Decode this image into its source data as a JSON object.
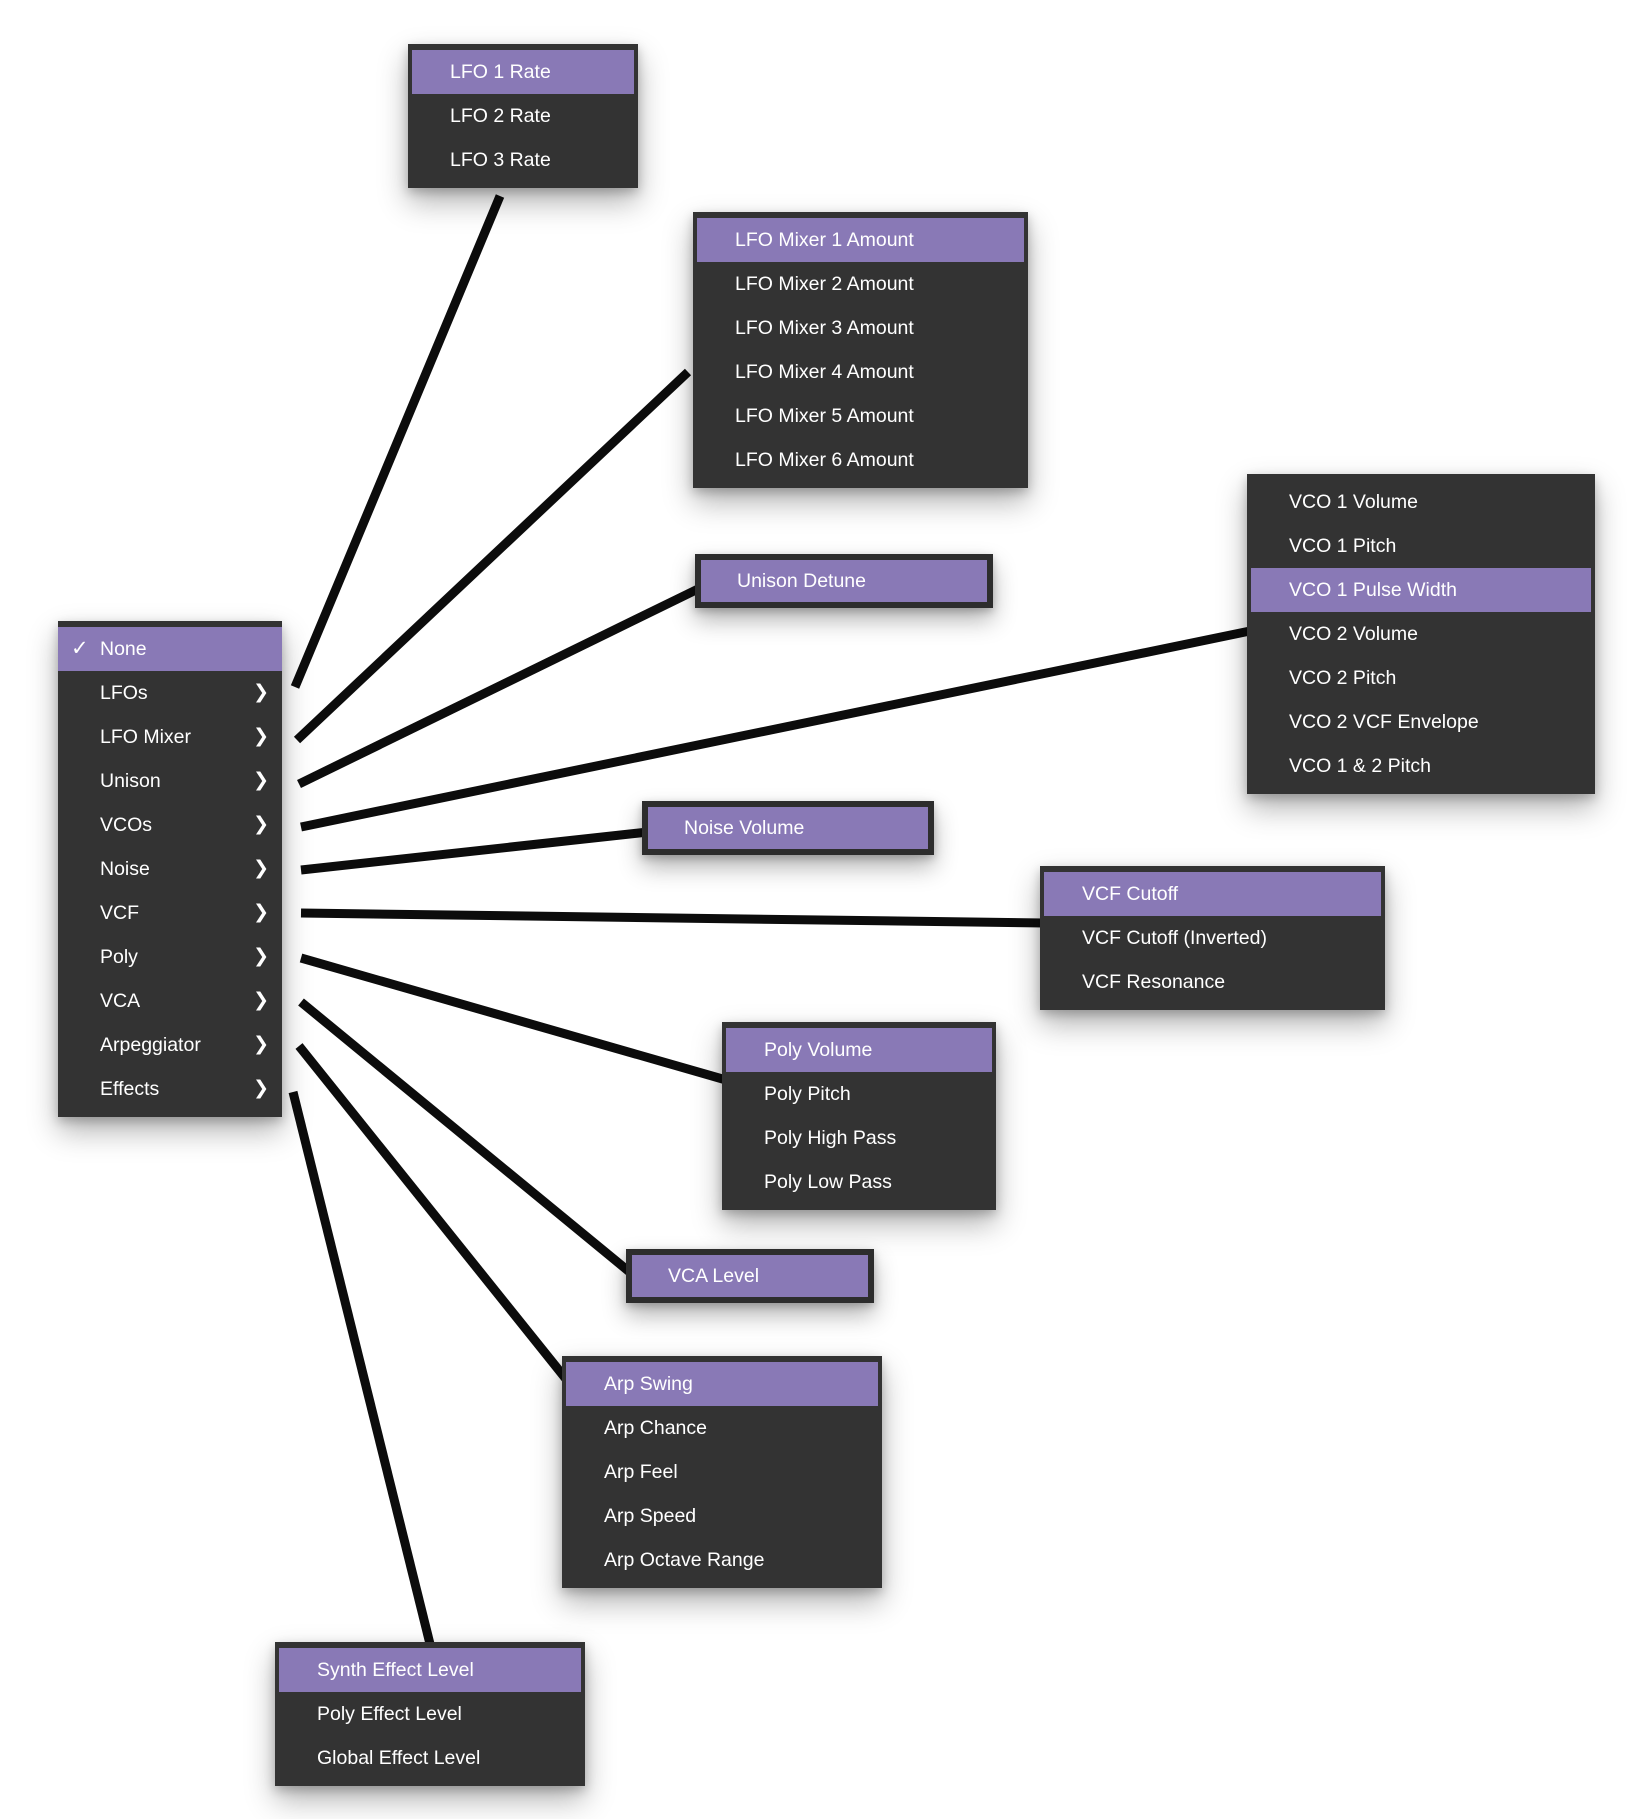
{
  "colors": {
    "menu_background": "#333333",
    "highlight_purple": "#8979b6",
    "text": "#ffffff",
    "connector_line": "#0c0c0c",
    "page_background": "#ffffff"
  },
  "glyphs": {
    "checkmark": "✓",
    "submenu_chevron": "❯"
  },
  "root_menu": {
    "items": [
      {
        "label": "None",
        "checked": true,
        "highlighted": true,
        "has_submenu": false
      },
      {
        "label": "LFOs",
        "has_submenu": true
      },
      {
        "label": "LFO Mixer",
        "has_submenu": true
      },
      {
        "label": "Unison",
        "has_submenu": true
      },
      {
        "label": "VCOs",
        "has_submenu": true
      },
      {
        "label": "Noise",
        "has_submenu": true
      },
      {
        "label": "VCF",
        "has_submenu": true
      },
      {
        "label": "Poly",
        "has_submenu": true
      },
      {
        "label": "VCA",
        "has_submenu": true
      },
      {
        "label": "Arpeggiator",
        "has_submenu": true
      },
      {
        "label": "Effects",
        "has_submenu": true
      }
    ]
  },
  "submenus": {
    "lfos": {
      "parent": "LFOs",
      "items": [
        {
          "label": "LFO 1 Rate",
          "highlighted": true
        },
        {
          "label": "LFO 2 Rate"
        },
        {
          "label": "LFO 3 Rate"
        }
      ]
    },
    "lfo_mixer": {
      "parent": "LFO Mixer",
      "items": [
        {
          "label": "LFO Mixer 1 Amount",
          "highlighted": true
        },
        {
          "label": "LFO Mixer 2 Amount"
        },
        {
          "label": "LFO Mixer 3 Amount"
        },
        {
          "label": "LFO Mixer 4 Amount"
        },
        {
          "label": "LFO Mixer 5 Amount"
        },
        {
          "label": "LFO Mixer 6 Amount"
        }
      ]
    },
    "unison": {
      "parent": "Unison",
      "items": [
        {
          "label": "Unison Detune",
          "highlighted": true
        }
      ]
    },
    "vcos": {
      "parent": "VCOs",
      "items": [
        {
          "label": "VCO 1 Volume"
        },
        {
          "label": "VCO 1 Pitch"
        },
        {
          "label": "VCO 1 Pulse Width",
          "highlighted": true
        },
        {
          "label": "VCO 2 Volume"
        },
        {
          "label": "VCO 2 Pitch"
        },
        {
          "label": "VCO 2 VCF Envelope"
        },
        {
          "label": "VCO 1 & 2 Pitch"
        }
      ]
    },
    "noise": {
      "parent": "Noise",
      "items": [
        {
          "label": "Noise Volume",
          "highlighted": true
        }
      ]
    },
    "vcf": {
      "parent": "VCF",
      "items": [
        {
          "label": "VCF Cutoff",
          "highlighted": true
        },
        {
          "label": "VCF Cutoff (Inverted)"
        },
        {
          "label": "VCF Resonance"
        }
      ]
    },
    "poly": {
      "parent": "Poly",
      "items": [
        {
          "label": "Poly Volume",
          "highlighted": true
        },
        {
          "label": "Poly Pitch"
        },
        {
          "label": "Poly High Pass"
        },
        {
          "label": "Poly Low Pass"
        }
      ]
    },
    "vca": {
      "parent": "VCA",
      "items": [
        {
          "label": "VCA Level",
          "highlighted": true
        }
      ]
    },
    "arpeggiator": {
      "parent": "Arpeggiator",
      "items": [
        {
          "label": "Arp Swing",
          "highlighted": true
        },
        {
          "label": "Arp Chance"
        },
        {
          "label": "Arp Feel"
        },
        {
          "label": "Arp Speed"
        },
        {
          "label": "Arp Octave Range"
        }
      ]
    },
    "effects": {
      "parent": "Effects",
      "items": [
        {
          "label": "Synth Effect Level",
          "highlighted": true
        },
        {
          "label": "Poly Effect Level"
        },
        {
          "label": "Global Effect Level"
        }
      ]
    }
  }
}
